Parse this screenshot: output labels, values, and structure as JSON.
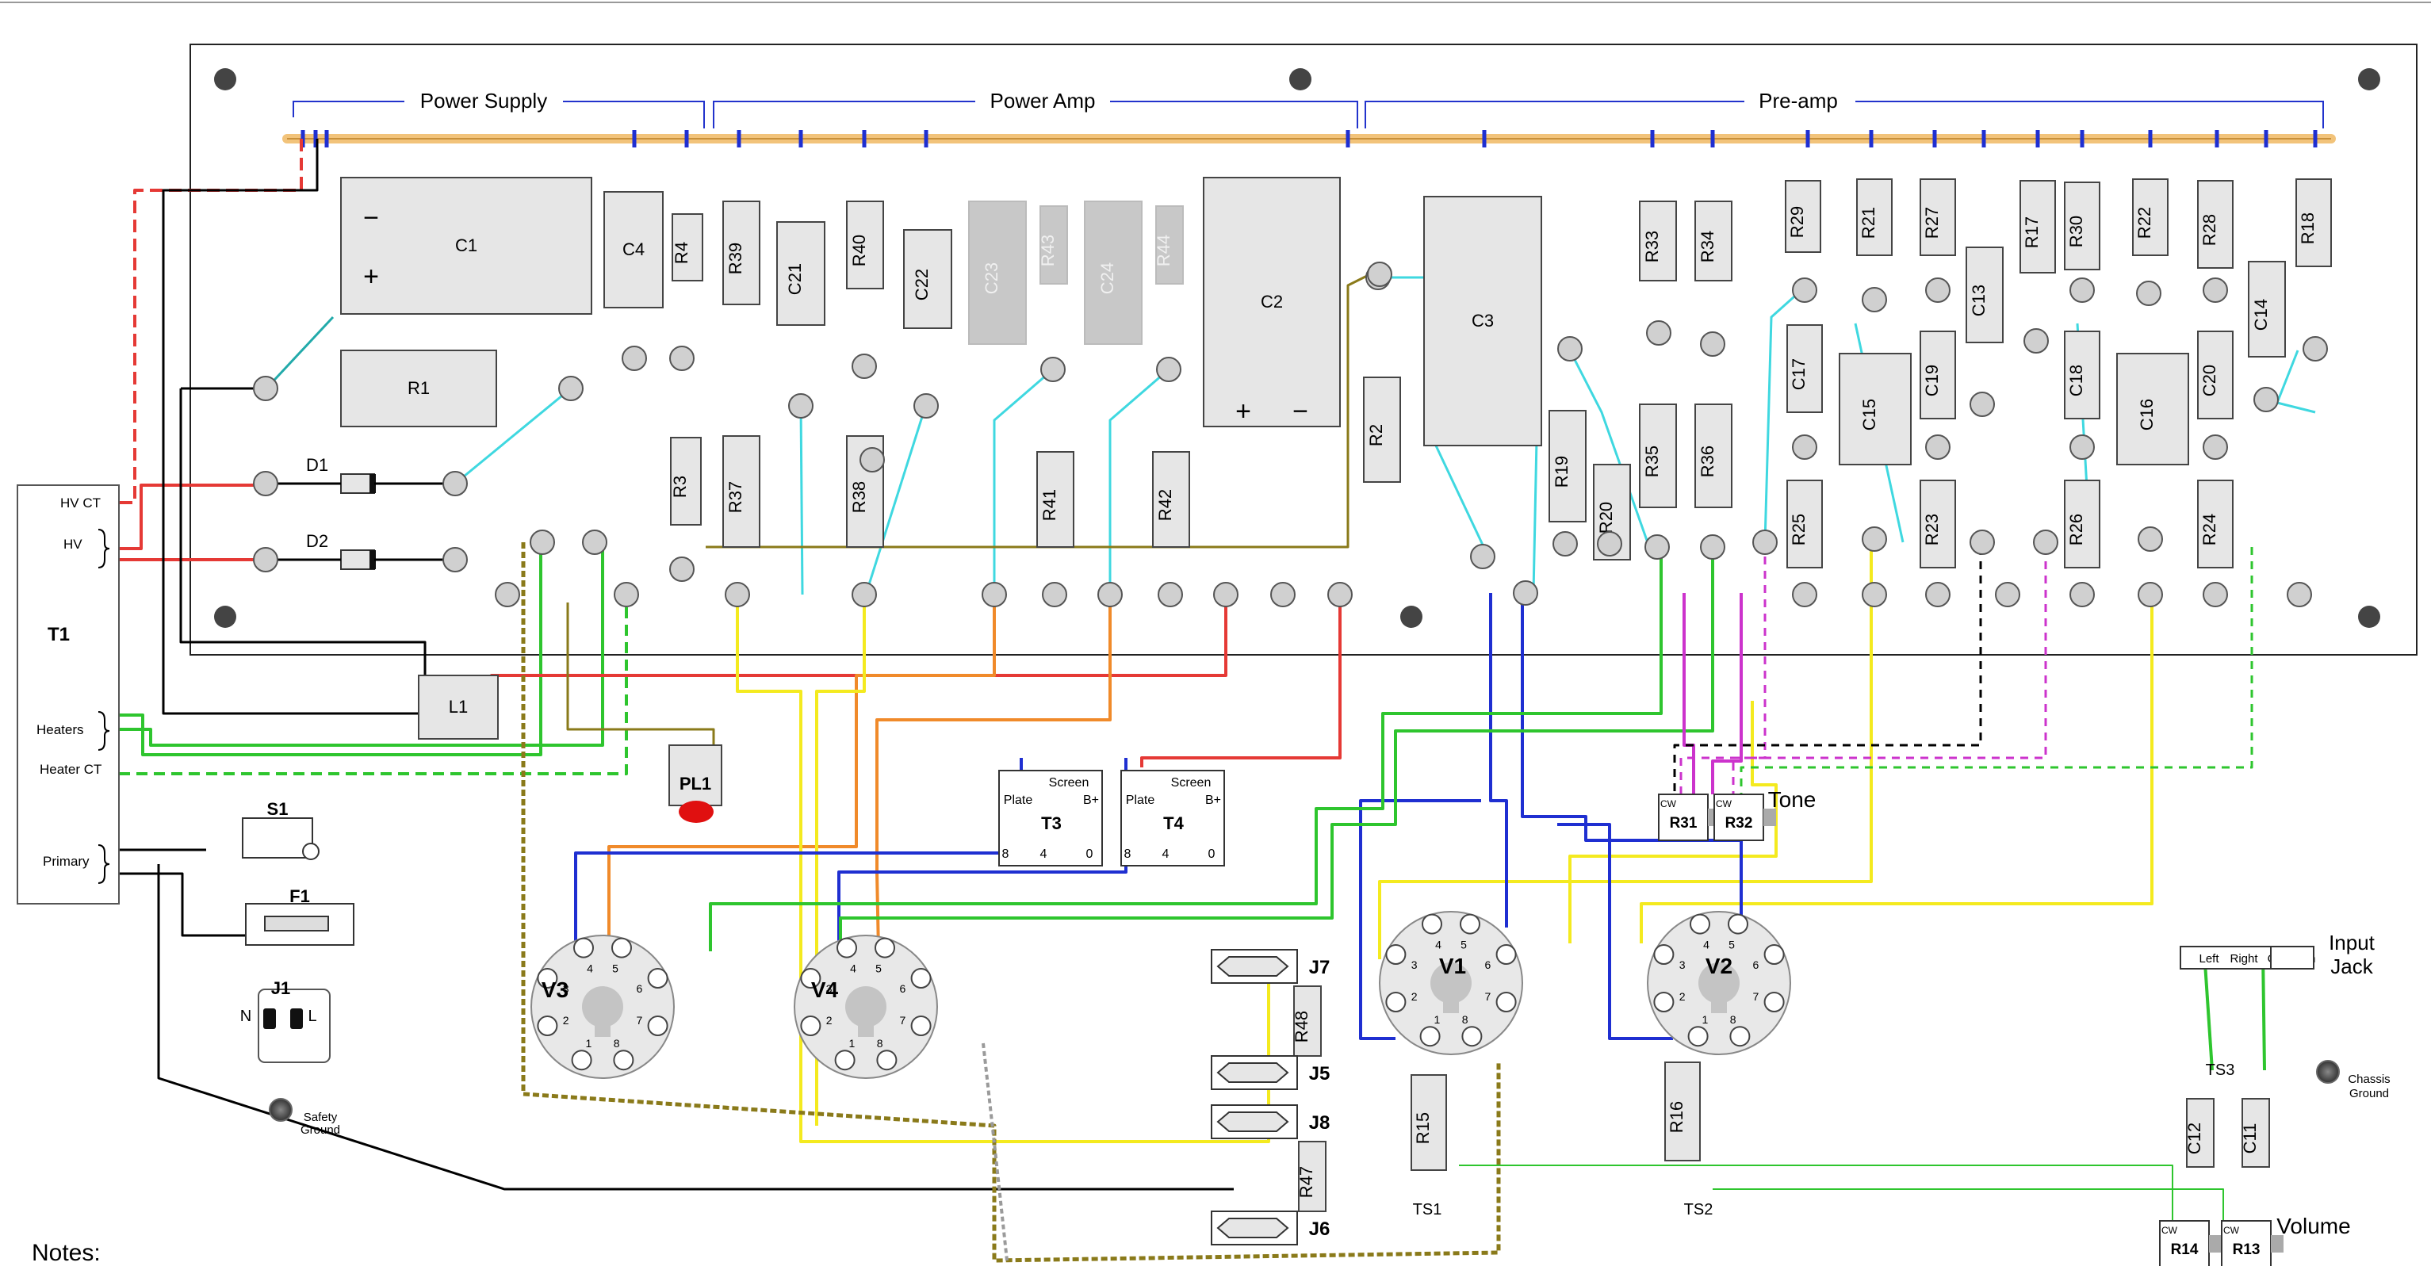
{
  "sections": {
    "power_supply": "Power Supply",
    "power_amp": "Power Amp",
    "preamp": "Pre-amp"
  },
  "transformer": {
    "name": "T1",
    "hv_ct": "HV CT",
    "hv": "HV",
    "heaters": "Heaters",
    "heater_ct": "Heater CT",
    "primary": "Primary"
  },
  "parts": {
    "C1": "C1",
    "C2": "C2",
    "C3": "C3",
    "C4": "C4",
    "R1": "R1",
    "R2": "R2",
    "R3": "R3",
    "R4": "R4",
    "D1": "D1",
    "D2": "D2",
    "L1": "L1",
    "PL1": "PL1",
    "S1": "S1",
    "F1": "F1",
    "J1": "J1",
    "R39": "R39",
    "R37": "R37",
    "R40": "R40",
    "R38": "R38",
    "C21": "C21",
    "C22": "C22",
    "C23": "C23",
    "R43": "R43",
    "C24": "C24",
    "R44": "R44",
    "R41": "R41",
    "R42": "R42",
    "R33": "R33",
    "R34": "R34",
    "R35": "R35",
    "R36": "R36",
    "R19": "R19",
    "R20": "R20",
    "R29": "R29",
    "R21": "R21",
    "R27": "R27",
    "R17": "R17",
    "R30": "R30",
    "R22": "R22",
    "R28": "R28",
    "R18": "R18",
    "C17": "C17",
    "C15": "C15",
    "C19": "C19",
    "C13": "C13",
    "C18": "C18",
    "C16": "C16",
    "C20": "C20",
    "C14": "C14",
    "R25": "R25",
    "R23": "R23",
    "R26": "R26",
    "R24": "R24",
    "T3": "T3",
    "T4": "T4",
    "V1": "V1",
    "V2": "V2",
    "V3": "V3",
    "V4": "V4",
    "J5": "J5",
    "J6": "J6",
    "J7": "J7",
    "J8": "J8",
    "R47": "R47",
    "R48": "R48",
    "R15": "R15",
    "R16": "R16",
    "TS1": "TS1",
    "TS2": "TS2",
    "TS3": "TS3",
    "R31": "R31",
    "R32": "R32",
    "R13": "R13",
    "R14": "R14",
    "C11": "C11",
    "C12": "C12"
  },
  "plus": "+",
  "minus": "−",
  "output_tx": {
    "screen": "Screen",
    "plate": "Plate",
    "bplus": "B+",
    "pin8": "8",
    "pin4": "4",
    "pin0": "0"
  },
  "tube_pins": [
    "1",
    "2",
    "3",
    "4",
    "5",
    "6",
    "7",
    "8"
  ],
  "pot": {
    "cw": "CW"
  },
  "fuse_block": {
    "n": "N",
    "l": "L"
  },
  "labels": {
    "tone": "Tone",
    "volume": "Volume",
    "input_jack": "Input",
    "input_jack2": "Jack",
    "left": "Left",
    "right": "Right",
    "common": "Common",
    "chassis_ground": "Chassis",
    "chassis_ground2": "Ground",
    "safety_ground": "Safety",
    "safety_ground2": "Ground"
  },
  "notes": "Notes:",
  "colors": {
    "bus": "#f2c37a",
    "red": "#e53935",
    "green": "#2ec52e",
    "blue": "#1f2fd1",
    "cyan": "#3fd8e0",
    "yellow": "#f4ea1f",
    "orange": "#f08a2a",
    "magenta": "#cc33cc",
    "olive": "#8a7a1a"
  }
}
